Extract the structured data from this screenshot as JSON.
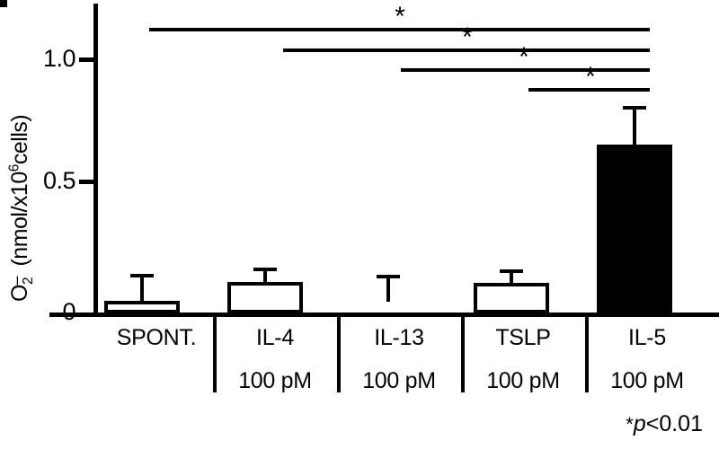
{
  "chart_data": {
    "type": "bar",
    "title": "",
    "xlabel": "",
    "ylabel": "O2- (nmol/x10^6 cells)",
    "ylabel_parts": {
      "species": "O",
      "species_sub": "2",
      "species_sup": "–",
      "unit_open": " (nmol/x10",
      "unit_sup": "6",
      "unit_close": "cells)"
    },
    "ylim": [
      0,
      1.25
    ],
    "yticks": [
      0,
      0.5,
      1.0
    ],
    "ytick_labels": [
      "0",
      "0.5",
      "1.0"
    ],
    "grid": false,
    "legend": "none",
    "categories": [
      "SPONT.",
      "IL-4",
      "IL-13",
      "TSLP",
      "IL-5"
    ],
    "category_doses": [
      "",
      "100 pM",
      "100 pM",
      "100 pM",
      "100 pM"
    ],
    "values": [
      0.045,
      0.115,
      0.05,
      0.11,
      0.635
    ],
    "errors": [
      0.105,
      0.055,
      0.055,
      0.035,
      0.145
    ],
    "bar_fill": [
      "open",
      "open",
      "open",
      "open",
      "filled"
    ],
    "annotations": [
      {
        "label": "*",
        "from": "SPONT.",
        "to": "IL-5"
      },
      {
        "label": "*",
        "from": "IL-4",
        "to": "IL-5"
      },
      {
        "label": "*",
        "from": "IL-13",
        "to": "IL-5"
      },
      {
        "label": "*",
        "from": "TSLP",
        "to": "IL-5"
      }
    ],
    "footnote": "*p<0.01",
    "footnote_parts": {
      "star": "*",
      "p": "p",
      "rest": "<0.01"
    },
    "colors": {
      "ink": "#000000",
      "background": "#ffffff"
    }
  }
}
